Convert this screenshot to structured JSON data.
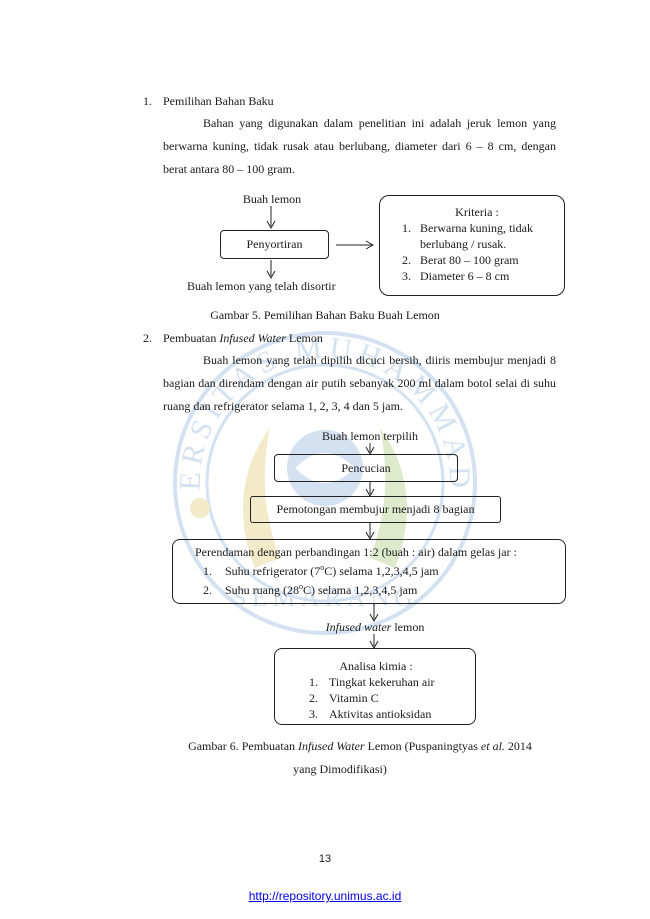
{
  "section1": {
    "number": "1.",
    "title": "Pemilihan Bahan Baku",
    "paragraph": "Bahan yang digunakan dalam penelitian ini  adalah jeruk lemon yang berwarna kuning, tidak rusak atau berlubang, diameter dari 6 – 8 cm, dengan berat antara 80 – 100 gram."
  },
  "figure5": {
    "top_label": "Buah lemon",
    "process_box": "Penyortiran",
    "bottom_label": "Buah lemon yang telah disortir",
    "criteria": {
      "title": "Kriteria :",
      "items": [
        {
          "n": "1.",
          "text": "Berwarna kuning, tidak berlubang / rusak."
        },
        {
          "n": "2.",
          "text": "Berat 80 – 100 gram"
        },
        {
          "n": "3.",
          "text": "Diameter 6 – 8 cm"
        }
      ]
    },
    "caption": "Gambar 5. Pemilihan Bahan Baku Buah Lemon"
  },
  "section2": {
    "number": "2.",
    "title_pre": "Pembuatan ",
    "title_italic": "Infused Water",
    "title_post": " Lemon",
    "paragraph": "Buah lemon yang telah dipilih dicuci bersih, diiris membujur menjadi 8 bagian dan direndam dengan air putih sebanyak 200 ml dalam botol selai di suhu ruang dan refrigerator selama 1, 2, 3, 4 dan 5 jam."
  },
  "figure6": {
    "top_label": "Buah lemon terpilih",
    "step1": "Pencucian",
    "step2": "Pemotongan membujur menjadi 8 bagian",
    "step3": {
      "title": "Perendaman dengan perbandingan 1:2 (buah : air) dalam gelas jar :",
      "items": [
        {
          "n": "1.",
          "pre": "Suhu refrigerator (7",
          "sup": "o",
          "post": "C) selama 1,2,3,4,5 jam"
        },
        {
          "n": "2.",
          "pre": "Suhu ruang (28",
          "sup": "o",
          "post": "C) selama 1,2,3,4,5 jam"
        }
      ]
    },
    "output_italic": "Infused water",
    "output_rest": " lemon",
    "analysis": {
      "title": "Analisa kimia :",
      "items": [
        {
          "n": "1.",
          "text": "Tingkat kekeruhan air"
        },
        {
          "n": "2.",
          "text": "Vitamin C"
        },
        {
          "n": "3.",
          "text": "Aktivitas antioksidan"
        }
      ]
    },
    "caption_pre": "Gambar 6. Pembuatan ",
    "caption_italic1": "Infused Water",
    "caption_mid": " Lemon (Puspaningtyas ",
    "caption_italic2": "et al.",
    "caption_post": " 2014",
    "caption_line2": "yang Dimodifikasi)"
  },
  "page_number": "13",
  "footer_url": "http://repository.unimus.ac.id",
  "watermark_text": "UNIVERSITAS MUHAMMADIYAH SEMARANG"
}
